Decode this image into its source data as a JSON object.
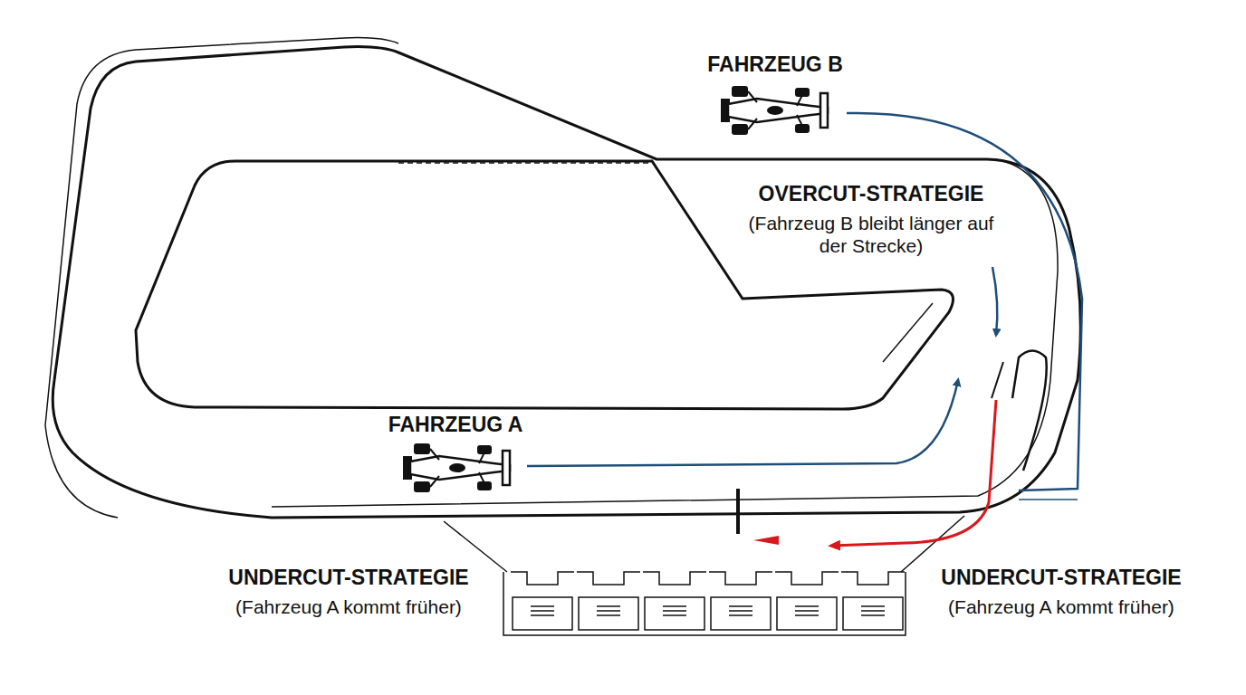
{
  "diagram": {
    "labels": [
      "FAHRZEUG B",
      "OVERCUT-STRATEGIE",
      "(Fahrzeug B bleibt länger auf der Strecke)",
      "FAHRZEUG A",
      "UNDERCUT-STRATEGIE",
      "(Fahrzeug A kommt früher)",
      "UNDERCUT-STRATEGIE",
      "(Fahrzeug A kommt früher)"
    ]
  }
}
